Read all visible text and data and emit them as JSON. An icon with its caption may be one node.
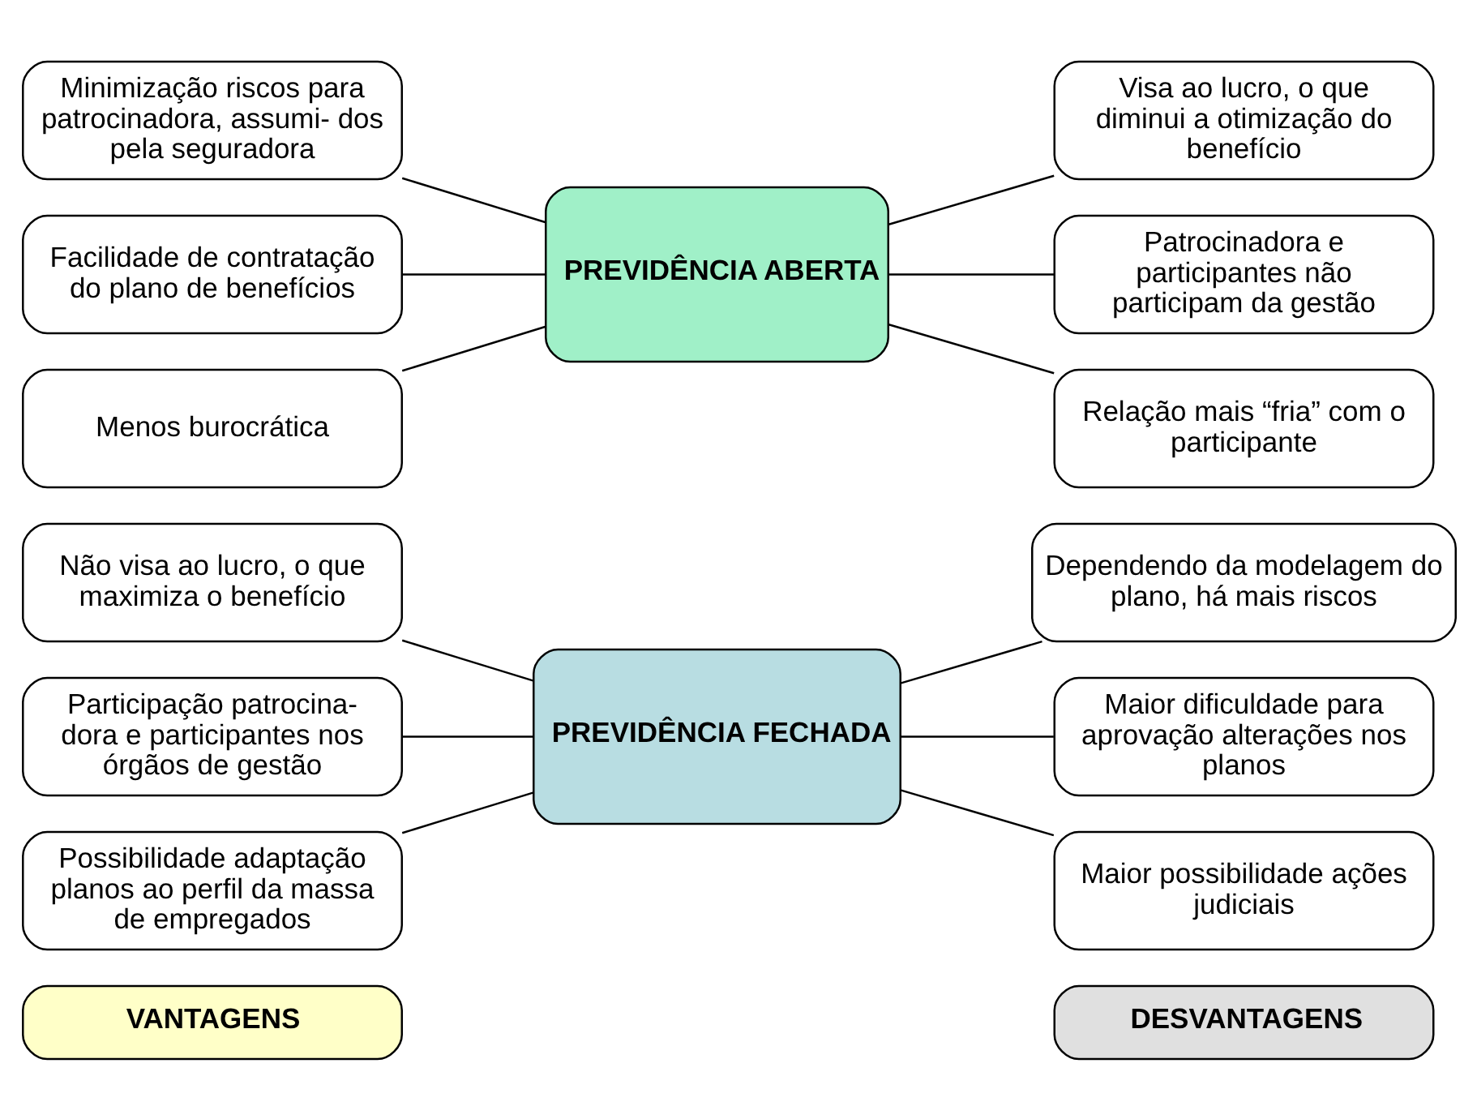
{
  "diagram": {
    "nodes": [
      {
        "text": [
          "VANTAGENS"
        ]
      },
      {
        "text": [
          "DESVANTAGENS"
        ]
      },
      {
        "text": [
          "PREVIDÊNCIA FECHADA"
        ]
      },
      {
        "text": [
          "Não visa ao lucro, o que maximiza o benefício"
        ]
      },
      {
        "text": [
          "Participação patrocina- dora e participantes nos órgãos de gestão"
        ]
      },
      {
        "text": [
          "Possibilidade adaptação planos ao perfil da massa de empregados"
        ]
      },
      {
        "text": [
          "Dependendo da modelagem do plano, há mais riscos"
        ]
      },
      {
        "text": [
          "Maior dificuldade para aprovação alterações nos planos"
        ]
      },
      {
        "text": [
          "Maior possibilidade ações judiciais"
        ]
      },
      {
        "text": [
          "PREVIDÊNCIA ABERTA"
        ]
      },
      {
        "text": [
          "Minimização riscos para patrocinadora, assumi- dos pela seguradora"
        ]
      },
      {
        "text": [
          "Facilidade de contratação do plano de benefícios"
        ]
      },
      {
        "text": [
          "Menos burocrática"
        ]
      },
      {
        "text": [
          "Visa ao lucro, o que diminui a otimização do benefício"
        ]
      },
      {
        "text": [
          "Patrocinadora e participantes não participam da gestão"
        ]
      },
      {
        "text": [
          "Relação mais “fria” com o participante"
        ]
      }
    ],
    "edges": [
      {
        "from": 3,
        "to": 2,
        "arrow": "none"
      },
      {
        "from": 4,
        "to": 2,
        "arrow": "none"
      },
      {
        "from": 5,
        "to": 2,
        "arrow": "none"
      },
      {
        "from": 2,
        "to": 6,
        "arrow": "none"
      },
      {
        "from": 2,
        "to": 7,
        "arrow": "none"
      },
      {
        "from": 2,
        "to": 8,
        "arrow": "none"
      },
      {
        "from": 10,
        "to": 9,
        "arrow": "none"
      },
      {
        "from": 11,
        "to": 9,
        "arrow": "none"
      },
      {
        "from": 12,
        "to": 9,
        "arrow": "none"
      },
      {
        "from": 9,
        "to": 13,
        "arrow": "none"
      },
      {
        "from": 9,
        "to": 14,
        "arrow": "none"
      },
      {
        "from": 9,
        "to": 15,
        "arrow": "none"
      }
    ]
  }
}
